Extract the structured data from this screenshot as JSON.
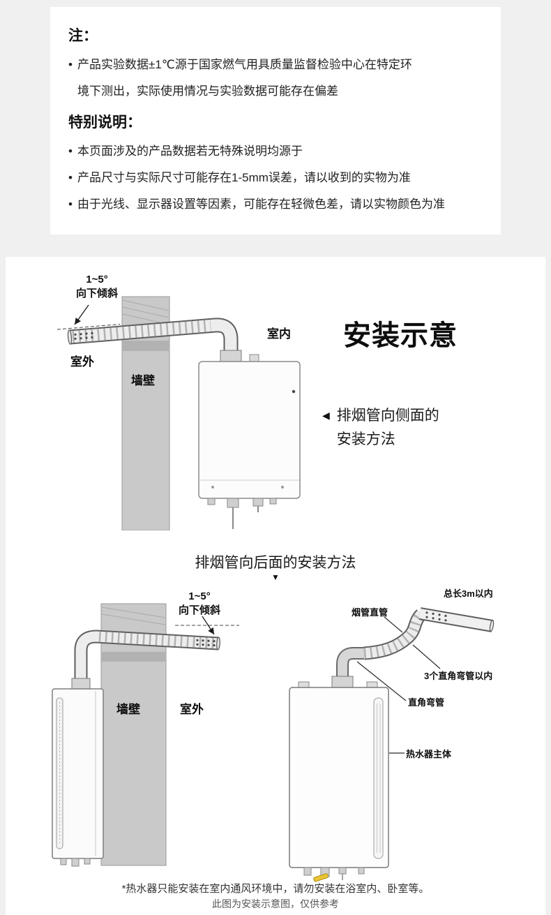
{
  "colors": {
    "page_bg": "#f0f0f0",
    "panel_bg": "#ffffff",
    "wall_gray": "#c9c9c9",
    "valve_yellow": "#eac437"
  },
  "notes": {
    "title": "注：",
    "items": [
      "产品实验数据±1℃源于国家燃气用具质量监督检验中心在特定环\n境下测出，实际使用情况与实验数据可能存在偏差"
    ],
    "special_title": "特别说明：",
    "special_items": [
      "本页面涉及的产品数据若无特殊说明均源于",
      "产品尺寸与实际尺寸可能存在1-5mm误差，请以收到的实物为准",
      "由于光线、显示器设置等因素，可能存在轻微色差，请以实物颜色为准"
    ]
  },
  "install": {
    "title": "安装示意",
    "side_method": {
      "arrow": "◀",
      "label": "排烟管向侧面的\n安装方法"
    },
    "back_method": {
      "label": "排烟管向后面的安装方法",
      "arrow": "▼"
    },
    "diagram_side": {
      "tilt": "1~5°\n向下倾斜",
      "outdoor": "室外",
      "wall": "墙壁",
      "indoor": "室内"
    },
    "diagram_back": {
      "tilt": "1~5°\n向下倾斜",
      "wall": "墙壁",
      "outdoor": "室外"
    },
    "diagram_parts": {
      "total_length": "总长3m以内",
      "straight_pipe": "烟管直管",
      "max_bends": "3个直角弯管以内",
      "elbow": "直角弯管",
      "heater_body": "热水器主体"
    },
    "footnotes": [
      "*热水器只能安装在室内通风环境中，请勿安装在浴室内、卧室等。",
      "此图为安装示意图，仅供参考"
    ]
  }
}
